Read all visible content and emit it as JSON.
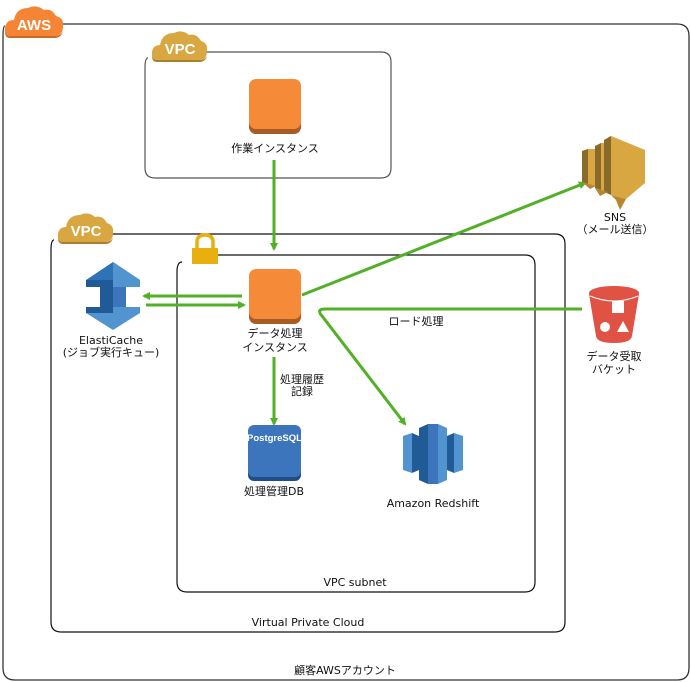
{
  "title": "AWS architecture diagram",
  "colors": {
    "aws_orange": "#F58534",
    "vpc_gold": "#D9A741",
    "lock_gold": "#E7B00F",
    "ec2_orange": "#F58A38",
    "ec2_shadow": "#A75B25",
    "arrow_green": "#52B027",
    "db_blue": "#3C75BC",
    "redshift_blue": "#2E73B8",
    "s3_red": "#E05243",
    "sns_gold": "#D9A741"
  },
  "groups": {
    "aws_cloud": {
      "badge": "AWS",
      "label": "顧客AWSアカウント"
    },
    "vpc_top": {
      "badge": "VPC"
    },
    "vpc_main": {
      "badge": "VPC",
      "label": "Virtual Private Cloud"
    },
    "subnet": {
      "label": "VPC subnet",
      "icon": "lock-icon"
    }
  },
  "nodes": {
    "work_instance": {
      "label": "作業インスタンス",
      "icon": "ec2-instance-icon"
    },
    "data_instance": {
      "label_line1": "データ処理",
      "label_line2": "インスタンス",
      "icon": "ec2-instance-icon"
    },
    "elasticache": {
      "label_line1": "ElastiCache",
      "label_line2": "(ジョブ実行キュー)",
      "icon": "elasticache-icon"
    },
    "postgres": {
      "label": "処理管理DB",
      "icon_text": "PostgreSQL",
      "icon": "database-icon"
    },
    "redshift": {
      "label": "Amazon Redshift",
      "icon": "redshift-icon"
    },
    "sns": {
      "label_line1": "SNS",
      "label_line2": "（メール送信）",
      "icon": "sns-icon"
    },
    "s3": {
      "label_line1": "データ受取",
      "label_line2": "バケット",
      "icon": "s3-bucket-icon"
    }
  },
  "edges": {
    "history": {
      "label_line1": "処理履歴",
      "label_line2": "記録"
    },
    "load": {
      "label": "ロード処理"
    }
  }
}
